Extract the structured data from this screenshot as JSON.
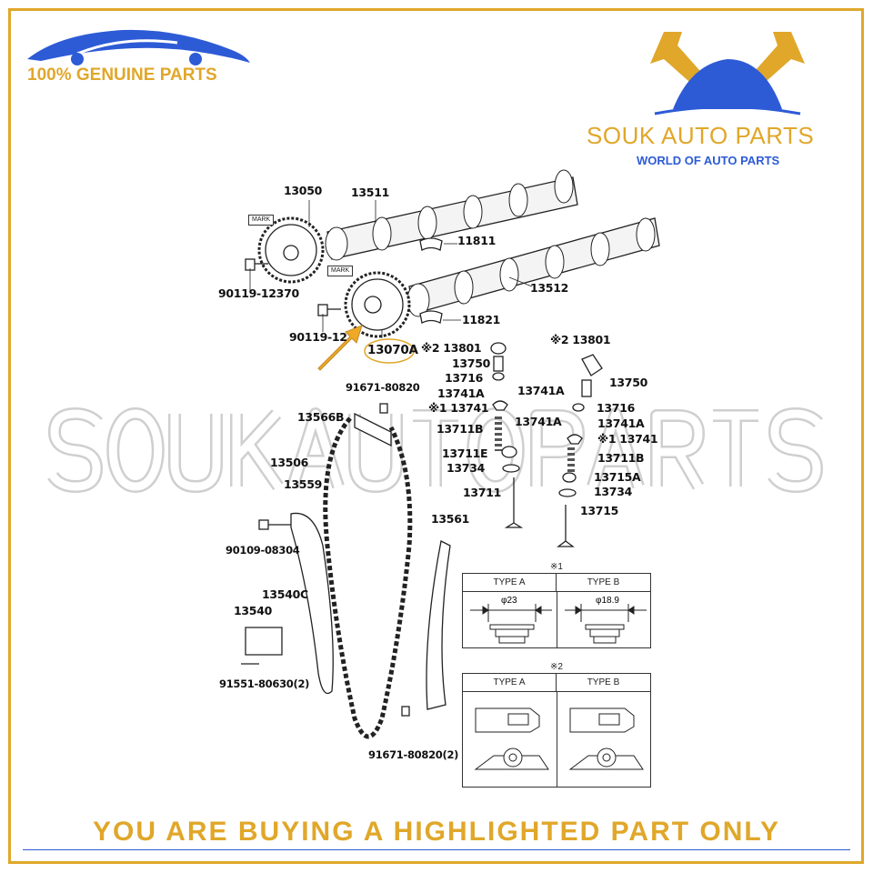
{
  "header": {
    "left_tagline": "100% GENUINE PARTS",
    "brand_name": "SOUK AUTO PARTS",
    "brand_tagline": "WORLD OF AUTO PARTS"
  },
  "watermark": "SOUKAUTOPARTS",
  "footer": {
    "notice": "YOU ARE BUYING A HIGHLIGHTED PART ONLY"
  },
  "colors": {
    "gold": "#e0a72a",
    "blue": "#2d5bd6"
  },
  "diagram": {
    "mark": "MARK",
    "highlighted": "13070A",
    "labels": {
      "p13050": "13050",
      "p13511": "13511",
      "p11811": "11811",
      "p90119a": "90119-12370",
      "p13512": "13512",
      "p90119b": "90119-12",
      "p11821": "11821",
      "p13801a": "※2 13801",
      "p13750a": "13750",
      "p13716a": "13716",
      "p13741Aa": "13741A",
      "p13741Ab": "13741A",
      "p13741a": "※1 13741",
      "p13711B": "13711B",
      "p13741Ac": "13741A",
      "p13711E": "13711E",
      "p13734a": "13734",
      "p13711": "13711",
      "p13801b": "※2 13801",
      "p13750b": "13750",
      "p13716b": "13716",
      "p13741Ad": "13741A",
      "p13741b": "※1 13741",
      "p13711Bb": "13711B",
      "p13715A": "13715A",
      "p13734b": "13734",
      "p13715": "13715",
      "p91671a": "91671-80820",
      "p13566B": "13566B",
      "p13506": "13506",
      "p13559": "13559",
      "p13561": "13561",
      "p90109": "90109-08304",
      "p13540C": "13540C",
      "p13540": "13540",
      "p91551": "91551-80630(2)",
      "p91671b": "91671-80820(2)"
    },
    "note1": {
      "mark": "※1",
      "type_a": "TYPE A",
      "type_b": "TYPE B",
      "dia_a": "φ23",
      "dia_b": "φ18.9"
    },
    "note2": {
      "mark": "※2",
      "type_a": "TYPE A",
      "type_b": "TYPE B"
    }
  }
}
